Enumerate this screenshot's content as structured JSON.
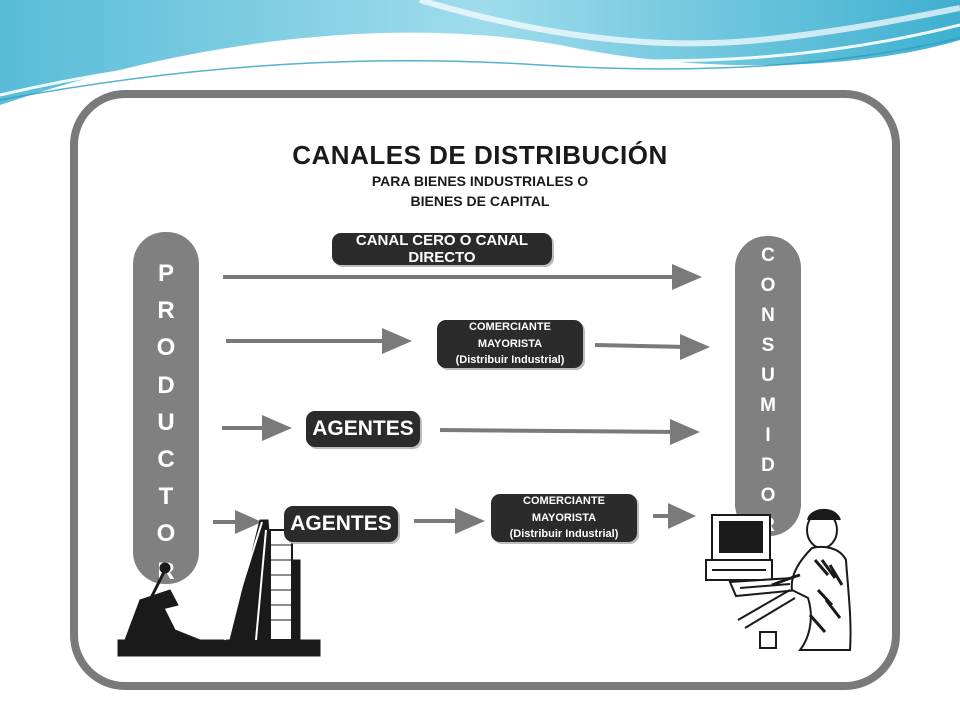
{
  "diagram": {
    "title": "CANALES DE DISTRIBUCIÓN",
    "subtitle_line1": "PARA BIENES INDUSTRIALES O",
    "subtitle_line2": "BIENES DE CAPITAL",
    "producer_label": "PRODUCTOR",
    "consumer_label": "CONSUMIDOR",
    "channels": [
      {
        "label": "CANAL CERO O CANAL DIRECTO"
      },
      {
        "label": "COMERCIANTE MAYORISTA",
        "sub": "(Distribuir Industrial)"
      },
      {
        "label": "AGENTES"
      },
      {
        "label": "AGENTES"
      },
      {
        "label": "COMERCIANTE MAYORISTA",
        "sub": "(Distribuir Industrial)"
      }
    ],
    "colors": {
      "bar_gray": "#808080",
      "box_dark": "#2b2b2b",
      "arrow_gray": "#7a7a7a",
      "frame_gray": "#7a7a7a",
      "wave_blue": "#7fd0e6"
    }
  }
}
